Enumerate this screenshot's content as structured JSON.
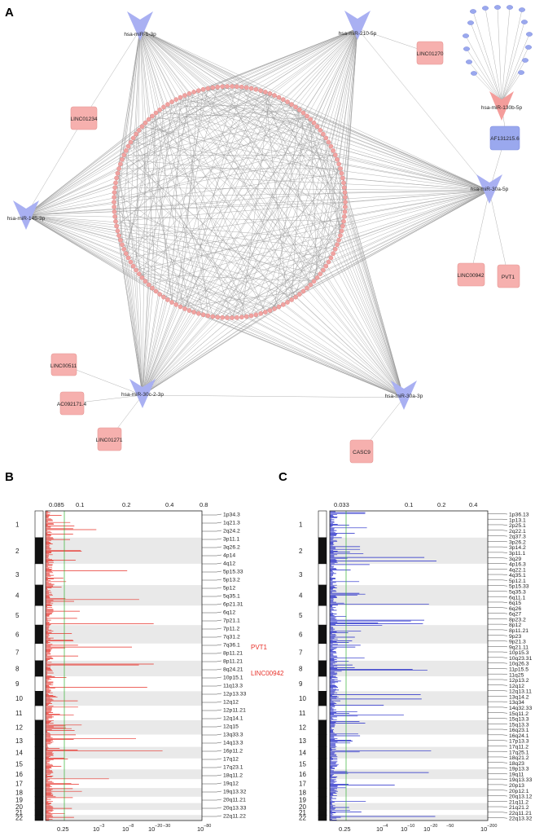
{
  "panels": {
    "a": "A",
    "b": "B",
    "c": "C"
  },
  "network": {
    "mirnas": [
      {
        "label": "hsa-miR-1-3p"
      },
      {
        "label": "hsa-miR-210-5p"
      },
      {
        "label": "hsa-miR-145-3p"
      },
      {
        "label": "hsa-miR-30a-5p"
      },
      {
        "label": "hsa-miR-30c-2-3p"
      },
      {
        "label": "hsa-miR-30a-3p"
      },
      {
        "label": "hsa-miR-130b-5p"
      }
    ],
    "lncrnas": [
      {
        "label": "LINC01234"
      },
      {
        "label": "LINC01270"
      },
      {
        "label": "LINC00942"
      },
      {
        "label": "PVT1"
      },
      {
        "label": "LINC00511"
      },
      {
        "label": "AC092171.4"
      },
      {
        "label": "LINC01271"
      },
      {
        "label": "CASC9"
      }
    ],
    "other_node": {
      "label": "AF131215.6"
    },
    "colors": {
      "mirna": "#a9b0f2",
      "lncrna": "#f6b0ae",
      "other": "#9aa8ee",
      "circle_nodes": "#e88a88",
      "edges": "#9a9a9a"
    }
  },
  "panel_b": {
    "top_ticks": [
      "0.085",
      "0.1",
      "0.2",
      "0.4",
      "0.8"
    ],
    "bottom_ticks": [
      "0.25",
      "10",
      "10",
      "10",
      "10"
    ],
    "bottom_exps": [
      "",
      "−3",
      "−8",
      "−20",
      "−30",
      "−80"
    ],
    "chromosomes": [
      "1",
      "2",
      "3",
      "4",
      "5",
      "6",
      "7",
      "8",
      "9",
      "10",
      "11",
      "12",
      "13",
      "14",
      "15",
      "16",
      "17",
      "18",
      "19",
      "20",
      "21",
      "22"
    ],
    "bands": [
      "1p34.3",
      "1q21.3",
      "2q24.2",
      "3p11.1",
      "3q26.2",
      "4p14",
      "4q12",
      "5p15.33",
      "5p13.2",
      "5p12",
      "5q35.1",
      "6p21.31",
      "6q12",
      "7p21.1",
      "7p11.2",
      "7q31.2",
      "7q36.1",
      "8p11.21",
      "8p11.21",
      "8q24.21",
      "10p15.1",
      "11q13.3",
      "12p13.33",
      "12q12",
      "12p11.21",
      "12q14.1",
      "12q15",
      "13q33.3",
      "14q13.3",
      "16p11.2",
      "17q12",
      "17q23.1",
      "18q11.2",
      "19q12",
      "19q13.32",
      "20q11.21",
      "20q13.33",
      "22q11.22"
    ],
    "highlights": [
      "PVT1",
      "LINC00942"
    ],
    "line_color": "#e8322a"
  },
  "panel_c": {
    "top_ticks": [
      "0.033",
      "0.1",
      "0.2",
      "0.4"
    ],
    "bottom_ticks": [
      "0.25",
      "10",
      "10",
      "10",
      "10"
    ],
    "bottom_exps": [
      "",
      "−4",
      "−10",
      "−20",
      "−50",
      "−200"
    ],
    "chromosomes": [
      "1",
      "2",
      "3",
      "4",
      "5",
      "6",
      "7",
      "8",
      "9",
      "10",
      "11",
      "12",
      "13",
      "14",
      "15",
      "16",
      "17",
      "18",
      "19",
      "20",
      "21",
      "22"
    ],
    "bands": [
      "1p36.13",
      "1p13.1",
      "2p25.1",
      "2q22.1",
      "2q37.3",
      "3p26.2",
      "3p14.2",
      "3p11.1",
      "3q29",
      "4p16.3",
      "4q22.1",
      "4q35.1",
      "5p12.1",
      "5p15.33",
      "5q35.3",
      "6q11.1",
      "6q15",
      "6q26",
      "6q27",
      "8p23.2",
      "8p12",
      "8p11.21",
      "9p23",
      "9p21.3",
      "9q21.11",
      "10p15.3",
      "10q23.31",
      "10q26.3",
      "11p15.5",
      "11q25",
      "12p13.2",
      "12q12",
      "12q13.11",
      "13q14.2",
      "13q34",
      "14q32.33",
      "15q11.2",
      "15q13.3",
      "15q13.3",
      "16q23.1",
      "16q24.1",
      "17p13.3",
      "17q11.2",
      "17q25.1",
      "18q21.2",
      "18q23",
      "19p13.3",
      "19q11",
      "19q13.33",
      "20p13",
      "20p12.1",
      "20q13.12",
      "21q11.2",
      "21q21.2",
      "22q11.21",
      "22q13.32"
    ],
    "line_color": "#1f26c8"
  }
}
